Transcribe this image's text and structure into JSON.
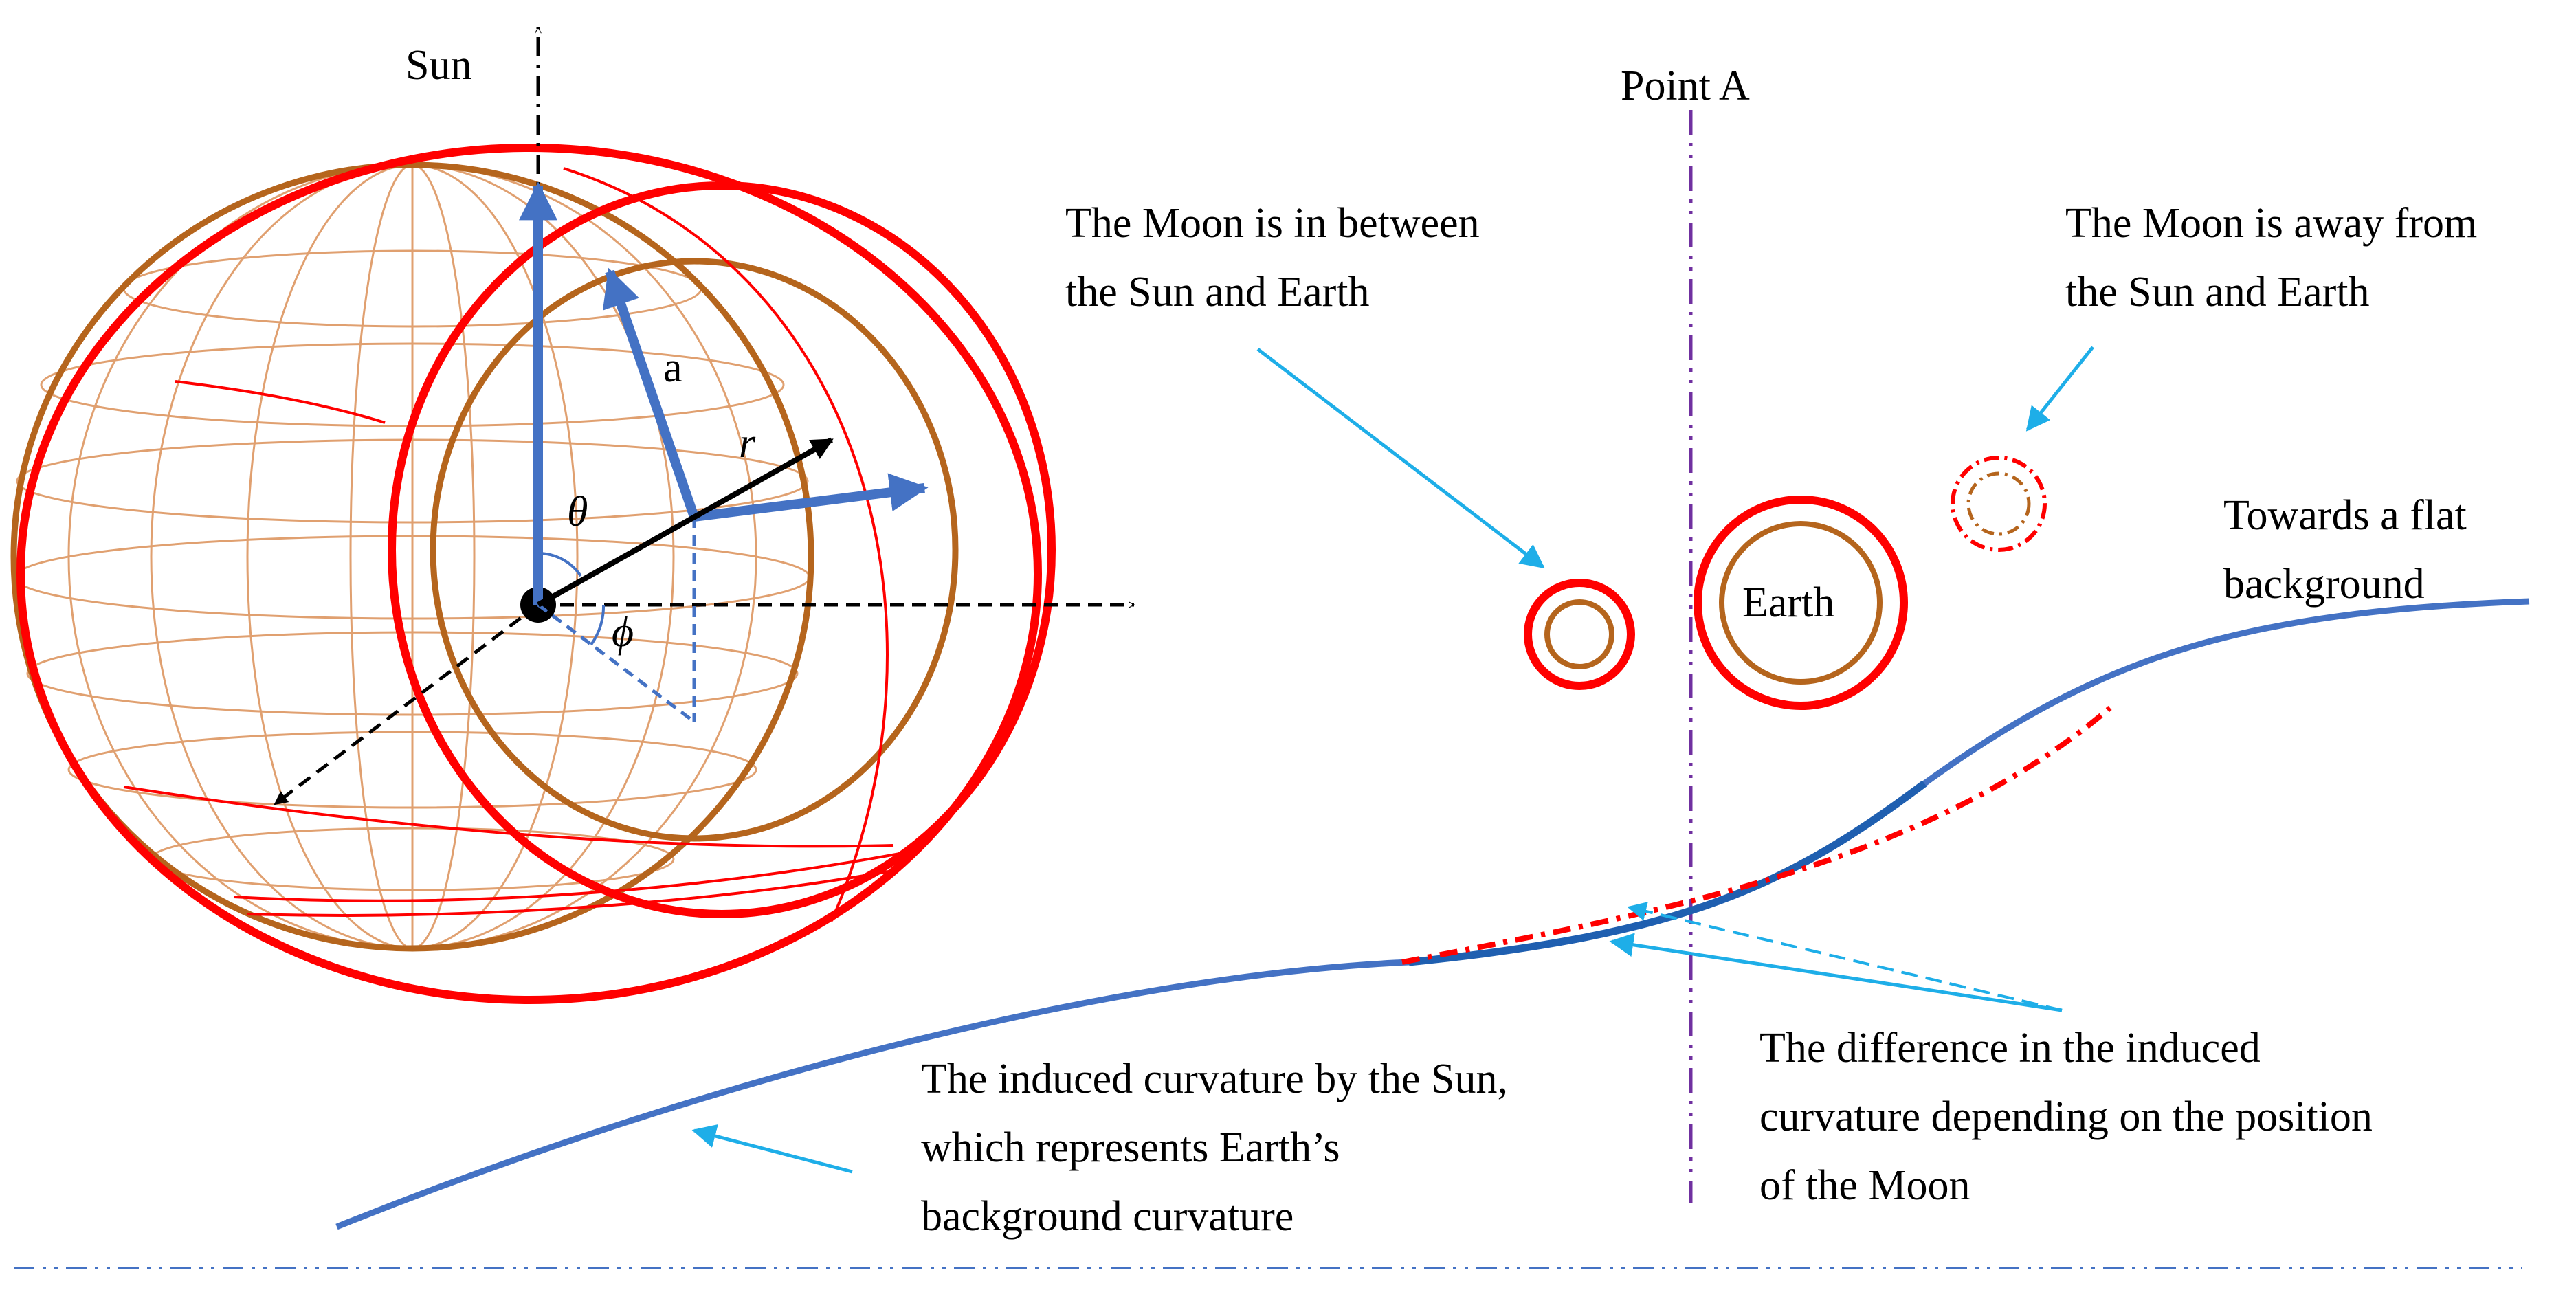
{
  "labels": {
    "sun": "Sun",
    "point_a": "Point A",
    "earth": "Earth",
    "a": "a",
    "r": "r",
    "theta": "θ",
    "phi": "ϕ"
  },
  "annotations": {
    "moon_between_1": "The Moon is in between",
    "moon_between_2": "the Sun and Earth",
    "moon_away_1": "The Moon is away from",
    "moon_away_2": "the Sun and Earth",
    "flat_1": "Towards a flat",
    "flat_2": "background",
    "induced_1": "The induced curvature by the Sun,",
    "induced_2": "which represents Earth’s",
    "induced_3": "background curvature",
    "difference_1": "The difference in the induced",
    "difference_2": "curvature depending on the position",
    "difference_3": "of the Moon"
  },
  "colors": {
    "red": "#ff0000",
    "brown": "#c0642a",
    "globe_grid": "#e0a070",
    "blue": "#4472c4",
    "cyan": "#1eaee8",
    "purple": "#7030a0",
    "black": "#000000"
  }
}
